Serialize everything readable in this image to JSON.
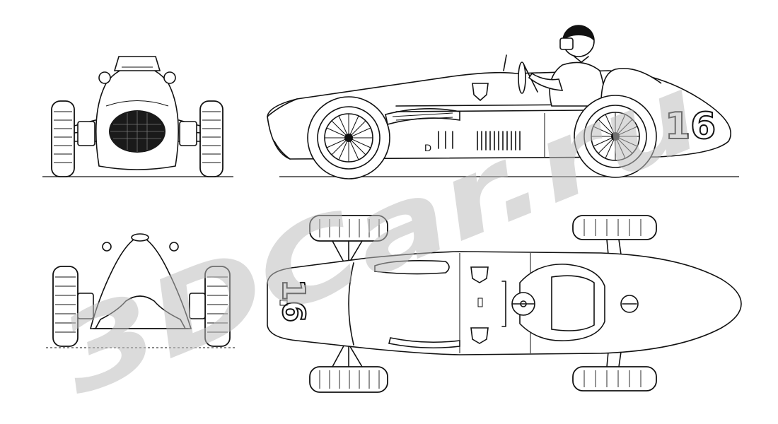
{
  "watermark": {
    "text": "3DCar.ru",
    "color": "#bdbdbd"
  },
  "views": [
    {
      "name": "front-view"
    },
    {
      "name": "side-view"
    },
    {
      "name": "rear-view"
    },
    {
      "name": "top-view"
    }
  ],
  "markings": {
    "side_race_number": "16",
    "top_race_number": "16",
    "side_panel_letter": "D"
  },
  "colors": {
    "ink": "#111111",
    "paper": "#ffffff"
  }
}
